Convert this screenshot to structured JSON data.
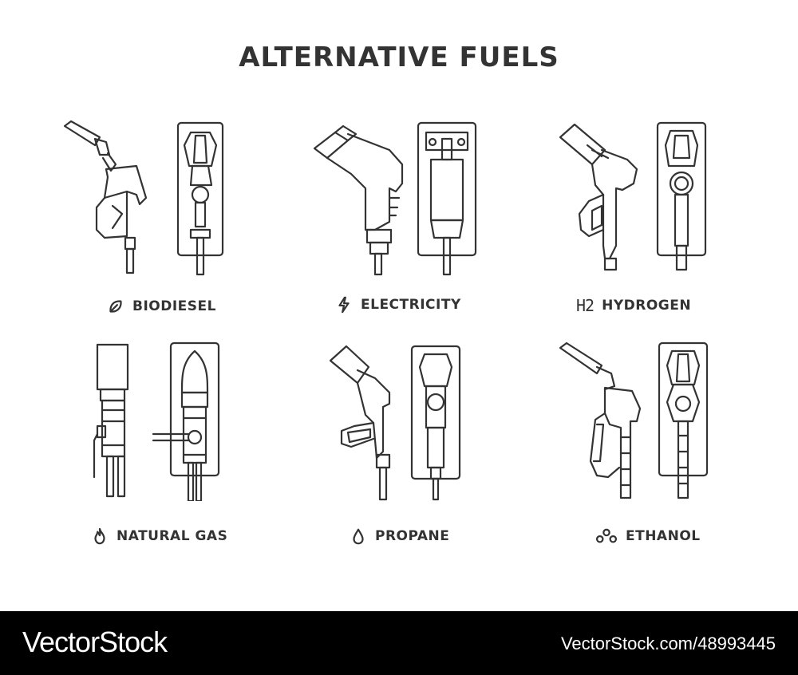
{
  "title": "ALTERNATIVE FUELS",
  "fuels": [
    {
      "label": "BIODIESEL",
      "icon": "leaf-icon"
    },
    {
      "label": "ELECTRICITY",
      "icon": "lightning-icon"
    },
    {
      "label": "HYDROGEN",
      "icon": "h2-icon",
      "icon_text": "H2"
    },
    {
      "label": "NATURAL GAS",
      "icon": "flame-icon"
    },
    {
      "label": "PROPANE",
      "icon": "drop-icon"
    },
    {
      "label": "ETHANOL",
      "icon": "molecule-icon"
    }
  ],
  "footer": {
    "brand": "VectorStock",
    "image_id": "VectorStock.com/48993445"
  },
  "colors": {
    "line": "#333333",
    "footer_bg": "#000000",
    "footer_text": "#ffffff"
  }
}
